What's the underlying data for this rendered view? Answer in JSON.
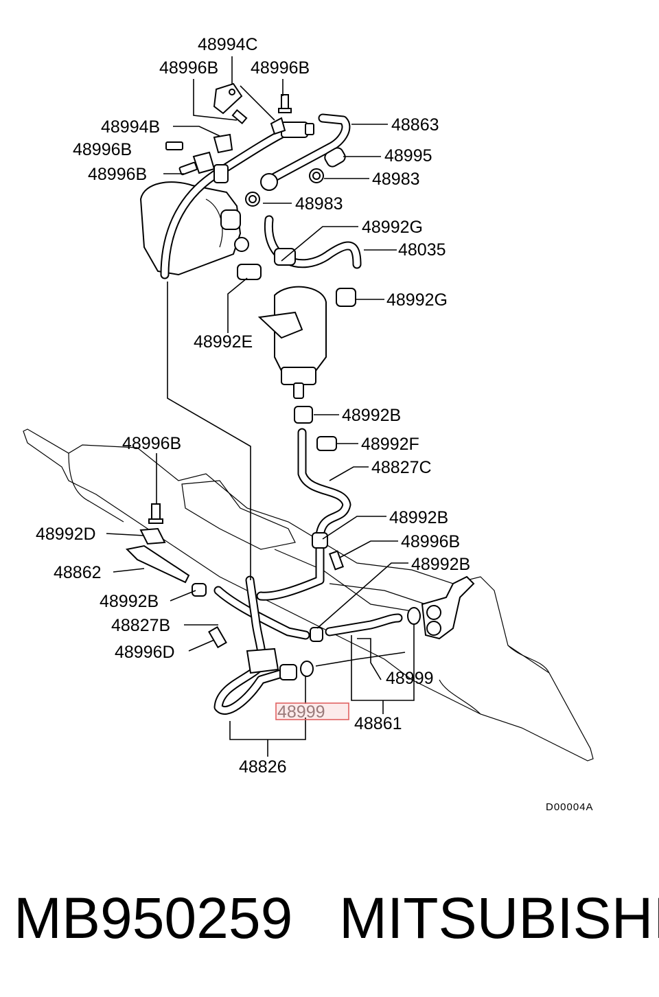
{
  "diagram": {
    "labels": [
      {
        "id": "48994C_top",
        "text": "48994C"
      },
      {
        "id": "48996B_a",
        "text": "48996B"
      },
      {
        "id": "48996B_b",
        "text": "48996B"
      },
      {
        "id": "48994B",
        "text": "48994B"
      },
      {
        "id": "48863",
        "text": "48863"
      },
      {
        "id": "48996B_c",
        "text": "48996B"
      },
      {
        "id": "48995",
        "text": "48995"
      },
      {
        "id": "48996B_d",
        "text": "48996B"
      },
      {
        "id": "48983_a",
        "text": "48983"
      },
      {
        "id": "48983_b",
        "text": "48983"
      },
      {
        "id": "48992G_a",
        "text": "48992G"
      },
      {
        "id": "48035",
        "text": "48035"
      },
      {
        "id": "48992G_b",
        "text": "48992G"
      },
      {
        "id": "48992E",
        "text": "48992E"
      },
      {
        "id": "48992B_a",
        "text": "48992B"
      },
      {
        "id": "48996B_e",
        "text": "48996B"
      },
      {
        "id": "48992F",
        "text": "48992F"
      },
      {
        "id": "48827C",
        "text": "48827C"
      },
      {
        "id": "48992B_b",
        "text": "48992B"
      },
      {
        "id": "48992D",
        "text": "48992D"
      },
      {
        "id": "48996B_f",
        "text": "48996B"
      },
      {
        "id": "48862",
        "text": "48862"
      },
      {
        "id": "48992B_c",
        "text": "48992B"
      },
      {
        "id": "48992B_d",
        "text": "48992B"
      },
      {
        "id": "48827B",
        "text": "48827B"
      },
      {
        "id": "48996D",
        "text": "48996D"
      },
      {
        "id": "48999_a",
        "text": "48999"
      },
      {
        "id": "48861",
        "text": "48861"
      },
      {
        "id": "48826",
        "text": "48826"
      }
    ],
    "highlighted_label": "48999",
    "highlight_color": "#e06060",
    "diagram_code": "D00004A"
  },
  "footer": {
    "part_number": "MB950259",
    "brand": "MITSUBISHI"
  }
}
